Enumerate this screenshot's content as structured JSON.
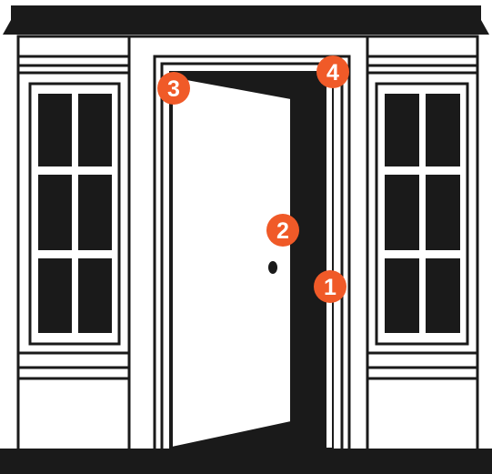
{
  "colors": {
    "ink": "#1a1a1a",
    "paper": "#ffffff",
    "accent": "#f05a28"
  },
  "callouts": [
    {
      "label": "1",
      "target": "strike-side-jamb"
    },
    {
      "label": "2",
      "target": "door-knob"
    },
    {
      "label": "3",
      "target": "door-top-corner"
    },
    {
      "label": "4",
      "target": "frame-top-corner"
    }
  ]
}
